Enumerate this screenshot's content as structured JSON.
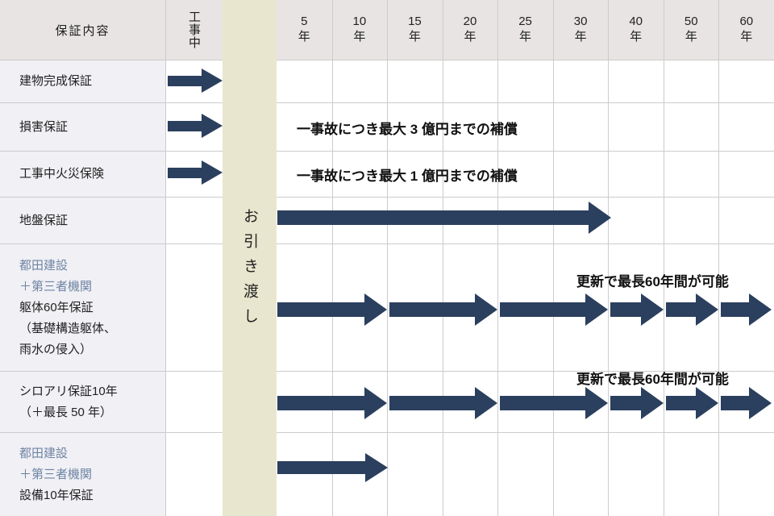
{
  "header": {
    "warranty_label": "保証内容",
    "construction_label": "工事中",
    "handover_label": "お引き渡し",
    "years": [
      {
        "num": "5",
        "unit": "年"
      },
      {
        "num": "10",
        "unit": "年"
      },
      {
        "num": "15",
        "unit": "年"
      },
      {
        "num": "20",
        "unit": "年"
      },
      {
        "num": "25",
        "unit": "年"
      },
      {
        "num": "30",
        "unit": "年"
      },
      {
        "num": "40",
        "unit": "年"
      },
      {
        "num": "50",
        "unit": "年"
      },
      {
        "num": "60",
        "unit": "年"
      }
    ]
  },
  "rows": [
    {
      "lines": [
        {
          "text": "建物完成保証"
        }
      ],
      "arrow_span": "工事中"
    },
    {
      "lines": [
        {
          "text": "損害保証"
        }
      ],
      "arrow_span": "工事中",
      "annotation": "一事故につき最大 3 億円までの補償"
    },
    {
      "lines": [
        {
          "text": "工事中火災保険"
        }
      ],
      "arrow_span": "工事中",
      "annotation": "一事故につき最大 1 億円までの補償"
    },
    {
      "lines": [
        {
          "text": "地盤保証"
        }
      ],
      "arrow_span": "お引き渡し〜30年"
    },
    {
      "lines": [
        {
          "text": "都田建設"
        },
        {
          "text": "＋第三者機関"
        },
        {
          "text": "躯体60年保証"
        },
        {
          "text": "（基礎構造躯体、"
        },
        {
          "text": "雨水の侵入）"
        }
      ],
      "arrow_span": "お引き渡し〜60年（5年ごとの更新矢印）",
      "annotation": "更新で最長60年間が可能"
    },
    {
      "lines": [
        {
          "text": "シロアリ保証10年"
        },
        {
          "text": "（＋最長 50 年）"
        }
      ],
      "arrow_span": "お引き渡し〜60年（5年ごとの更新矢印）",
      "annotation": "更新で最長60年間が可能"
    },
    {
      "lines": [
        {
          "text": "都田建設"
        },
        {
          "text": "＋第三者機関"
        },
        {
          "text": "設備10年保証"
        }
      ],
      "arrow_span": "お引き渡し〜10年"
    }
  ],
  "colors": {
    "arrow": "#2b3f5e",
    "handover_bg": "#e9e6cf",
    "header_bg": "#e8e4e4",
    "label_bg": "#f0f0f5",
    "blue_text": "#6e84a2",
    "gridline": "#cccccc"
  }
}
